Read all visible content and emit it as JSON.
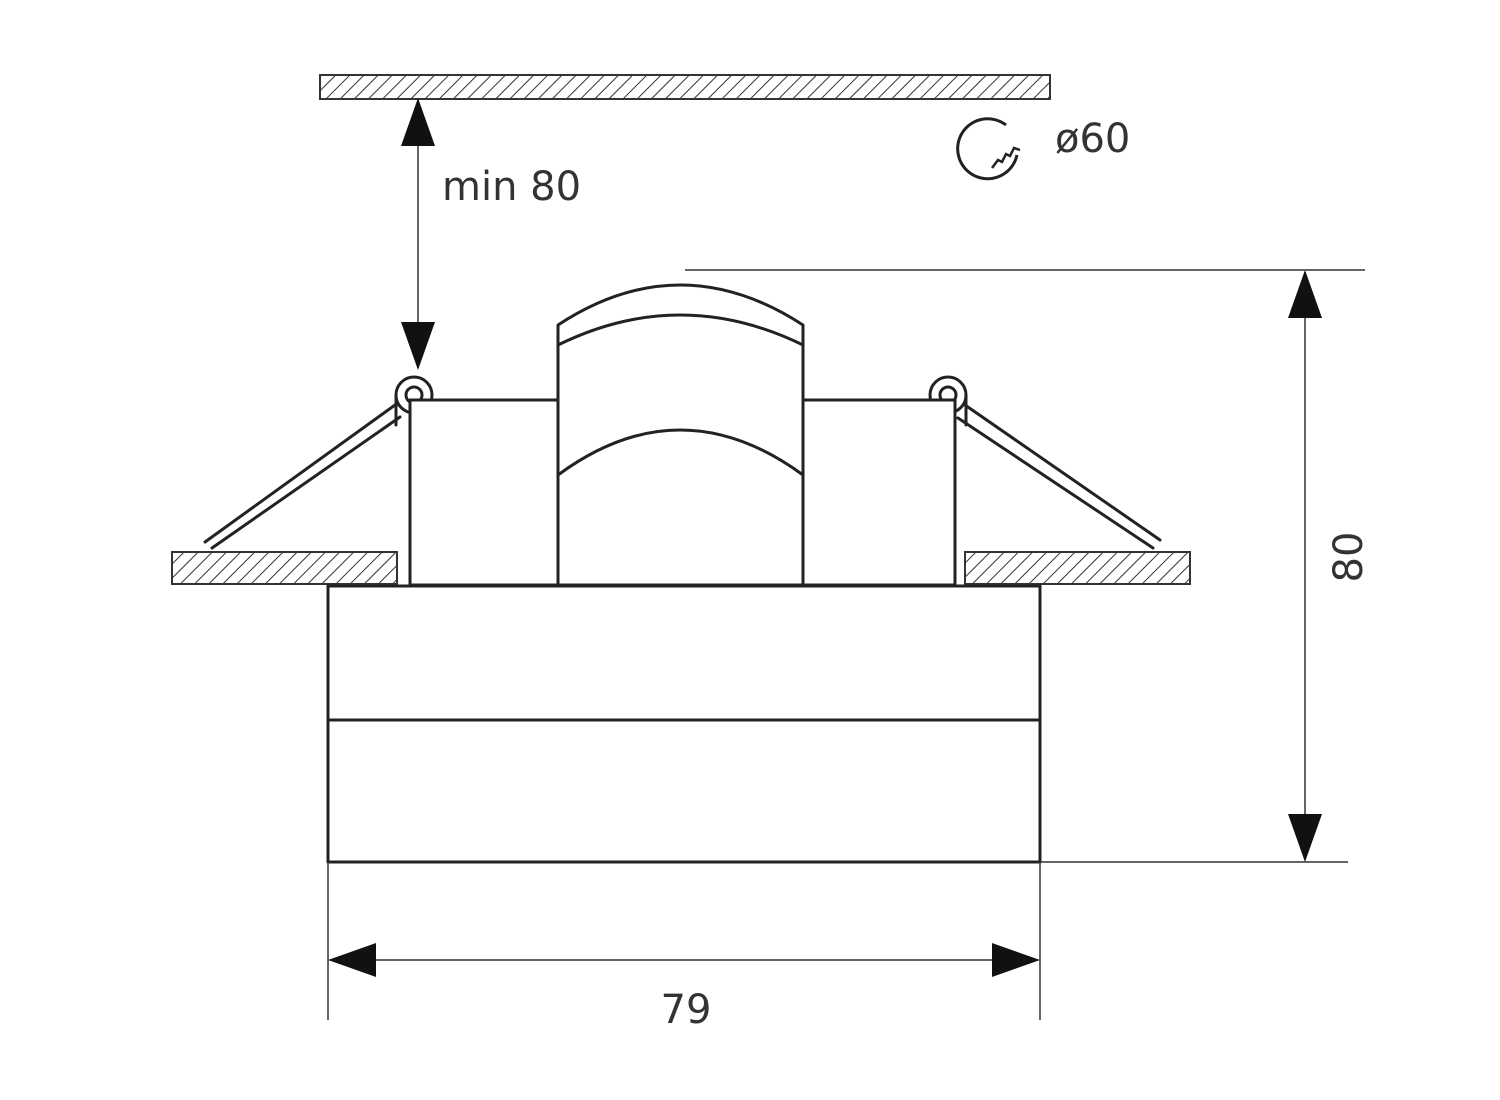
{
  "labels": {
    "min_clearance": "min 80",
    "cutout_diameter": "ø60",
    "height": "80",
    "width": "79"
  },
  "icons": {
    "cutout": "hole-saw-icon"
  },
  "colors": {
    "line": "#222222",
    "background": "#ffffff"
  }
}
